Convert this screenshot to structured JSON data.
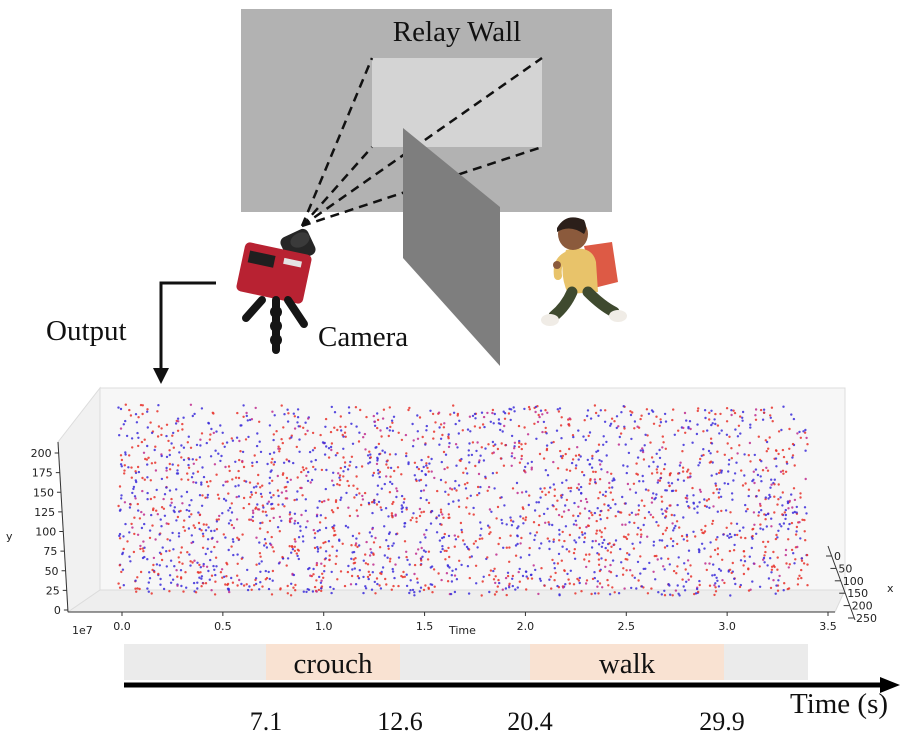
{
  "scene": {
    "relay_wall_label": "Relay Wall",
    "camera_label": "Camera",
    "output_label": "Output"
  },
  "plot": {
    "y_axis_label": "y",
    "time_axis_label": "Time",
    "x_axis_label": "x",
    "exponent_label": "1e7",
    "y_ticks": [
      "200",
      "175",
      "150",
      "125",
      "100",
      "75",
      "50",
      "25",
      "0"
    ],
    "time_ticks": [
      "0.0",
      "0.5",
      "1.0",
      "1.5",
      "2.0",
      "2.5",
      "3.0",
      "3.5"
    ],
    "x_ticks": [
      "0",
      "50",
      "100",
      "150",
      "200",
      "250"
    ],
    "event_colors": [
      "#3b2bd9",
      "#e8312a",
      "#c02c8e"
    ]
  },
  "timeline": {
    "axis_label": "Time (s)",
    "segments": [
      {
        "label": "crouch",
        "start": "7.1",
        "end": "12.6"
      },
      {
        "label": "walk",
        "start": "20.4",
        "end": "29.9"
      }
    ],
    "ticks": [
      "7.1",
      "12.6",
      "20.4",
      "29.9"
    ],
    "segment_color": "#f9e2d2",
    "track_color": "#ebebeb"
  }
}
